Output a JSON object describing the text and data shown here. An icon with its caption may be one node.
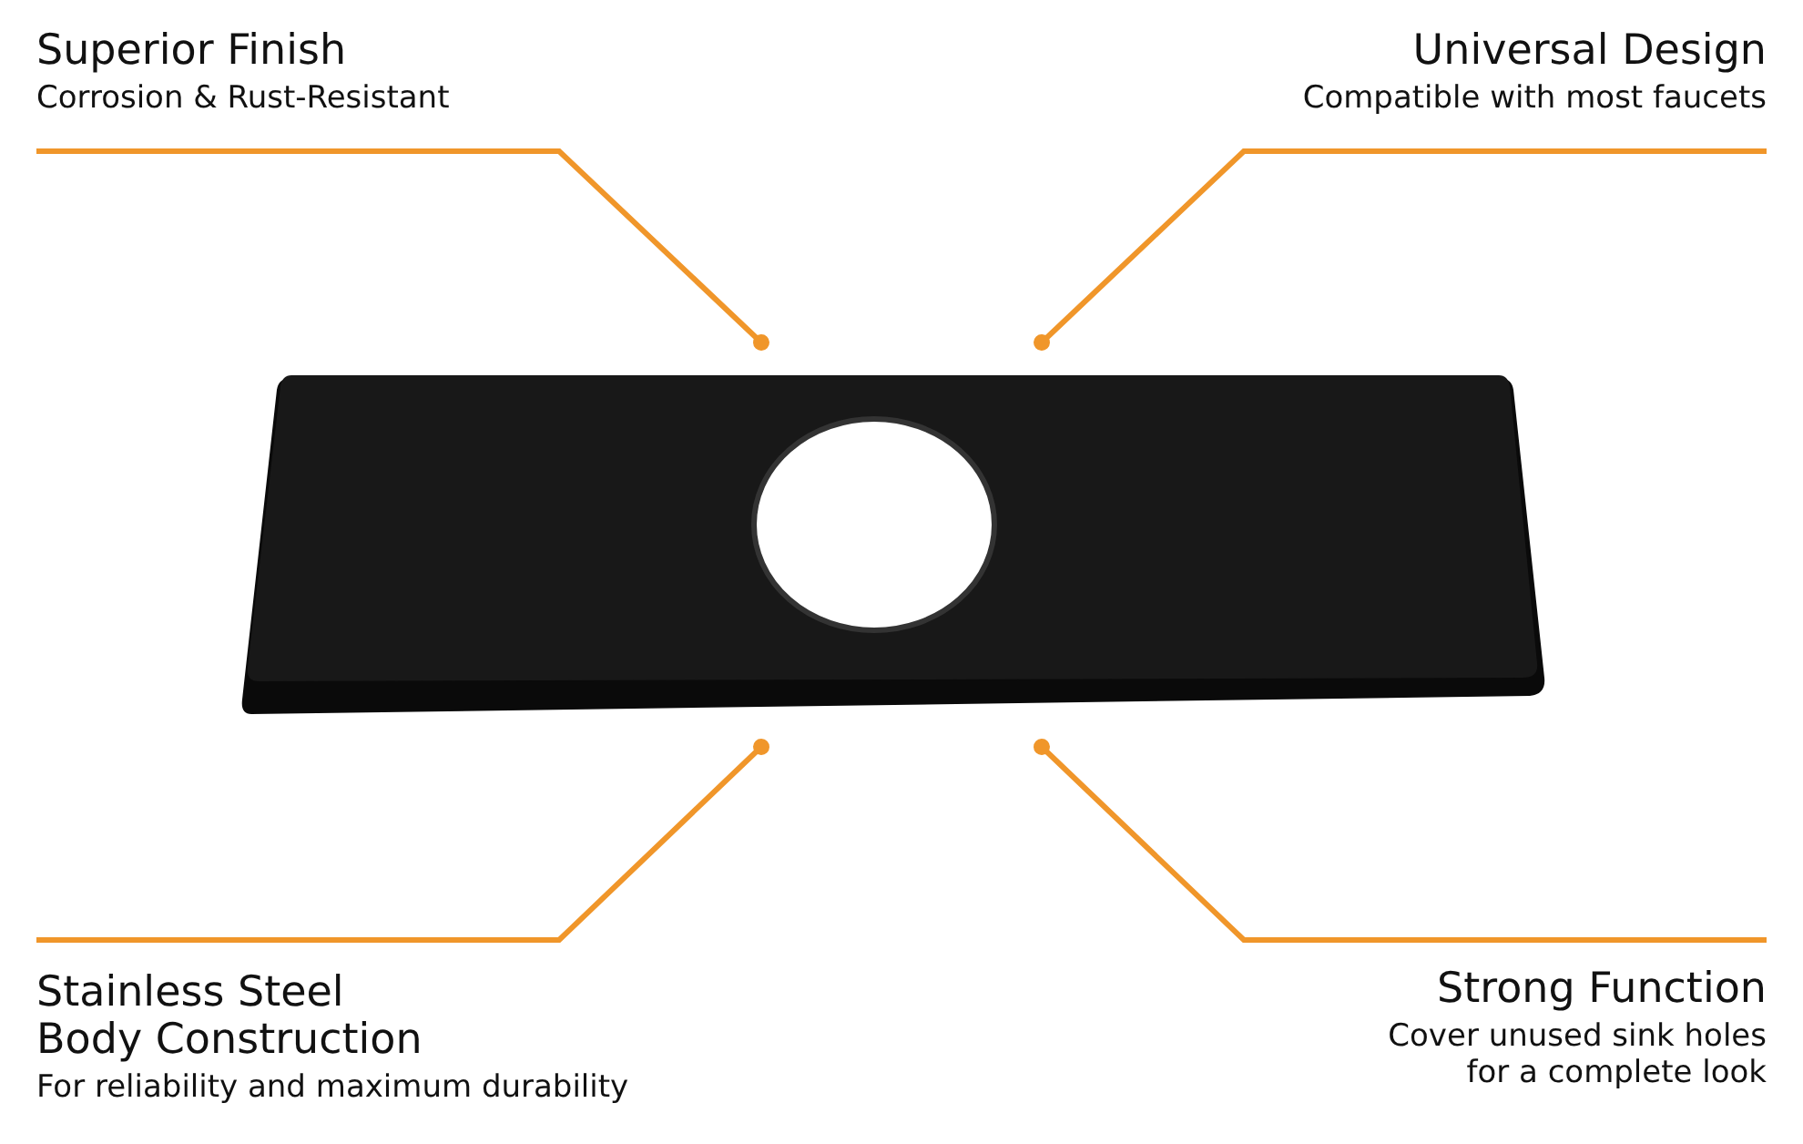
{
  "diagram": {
    "nodes": [
      {
        "text": [
          "Superior Finish",
          "Corrosion & Rust-Resistant"
        ]
      },
      {
        "text": [
          "Universal Design",
          "Compatible with most faucets"
        ]
      },
      {
        "text": [],
        "shape": "picture"
      },
      {
        "text": [
          "Stainless Steel Body Construction",
          "For reliability and maximum durability"
        ]
      },
      {
        "text": [
          "Strong Function",
          "Cover unused sink holes for a complete look"
        ]
      }
    ],
    "edges": [
      {
        "from": 0,
        "to": 2,
        "arrow": "other"
      },
      {
        "from": 1,
        "to": 2,
        "arrow": "other"
      },
      {
        "from": 3,
        "to": 2,
        "arrow": "other"
      },
      {
        "from": 4,
        "to": 2,
        "arrow": "other"
      }
    ]
  }
}
